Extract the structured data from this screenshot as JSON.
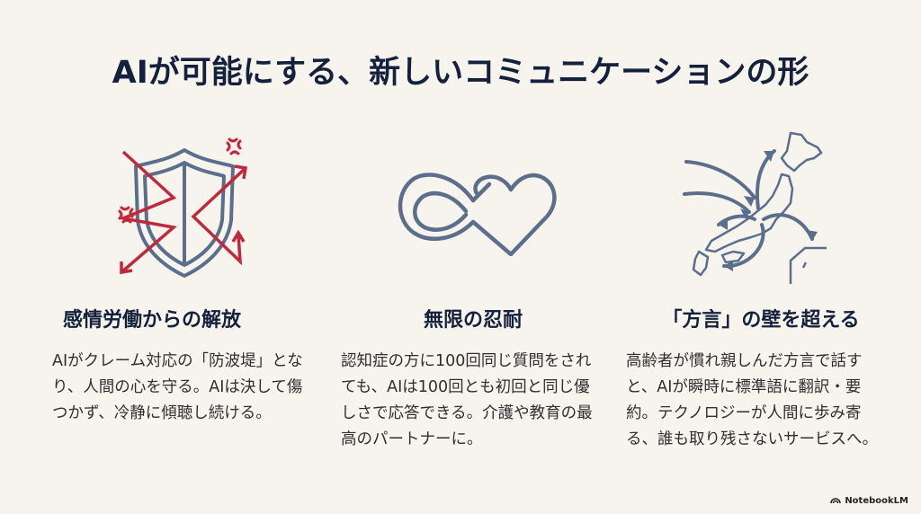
{
  "slide": {
    "title": "AIが可能にする、新しいコミュニケーションの形",
    "colors": {
      "background": "#f7f4ee",
      "title": "#14213d",
      "icon_stroke": "#5b6f8c",
      "accent_red": "#c0283b"
    }
  },
  "columns": [
    {
      "icon": "shield-deflect-icon",
      "heading": "感情労働からの解放",
      "body": "AIがクレーム対応の「防波堤」となり、人間の心を守る。AIは決して傷つかず、冷静に傾聴し続ける。"
    },
    {
      "icon": "infinity-heart-icon",
      "heading": "無限の忍耐",
      "body": "認知症の方に100回同じ質問をされても、AIは100回とも初回と同じ優しさで応答できる。介護や教育の最高のパートナーに。"
    },
    {
      "icon": "japan-map-arrows-icon",
      "heading": "「方言」の壁を超える",
      "body": "高齢者が慣れ親しんだ方言で話すと、AIが瞬時に標準語に翻訳・要約。テクノロジーが人間に歩み寄る、誰も取り残さないサービスへ。"
    }
  ],
  "footer": {
    "brand": "NotebookLM",
    "brand_icon": "notebooklm-logo-icon"
  }
}
